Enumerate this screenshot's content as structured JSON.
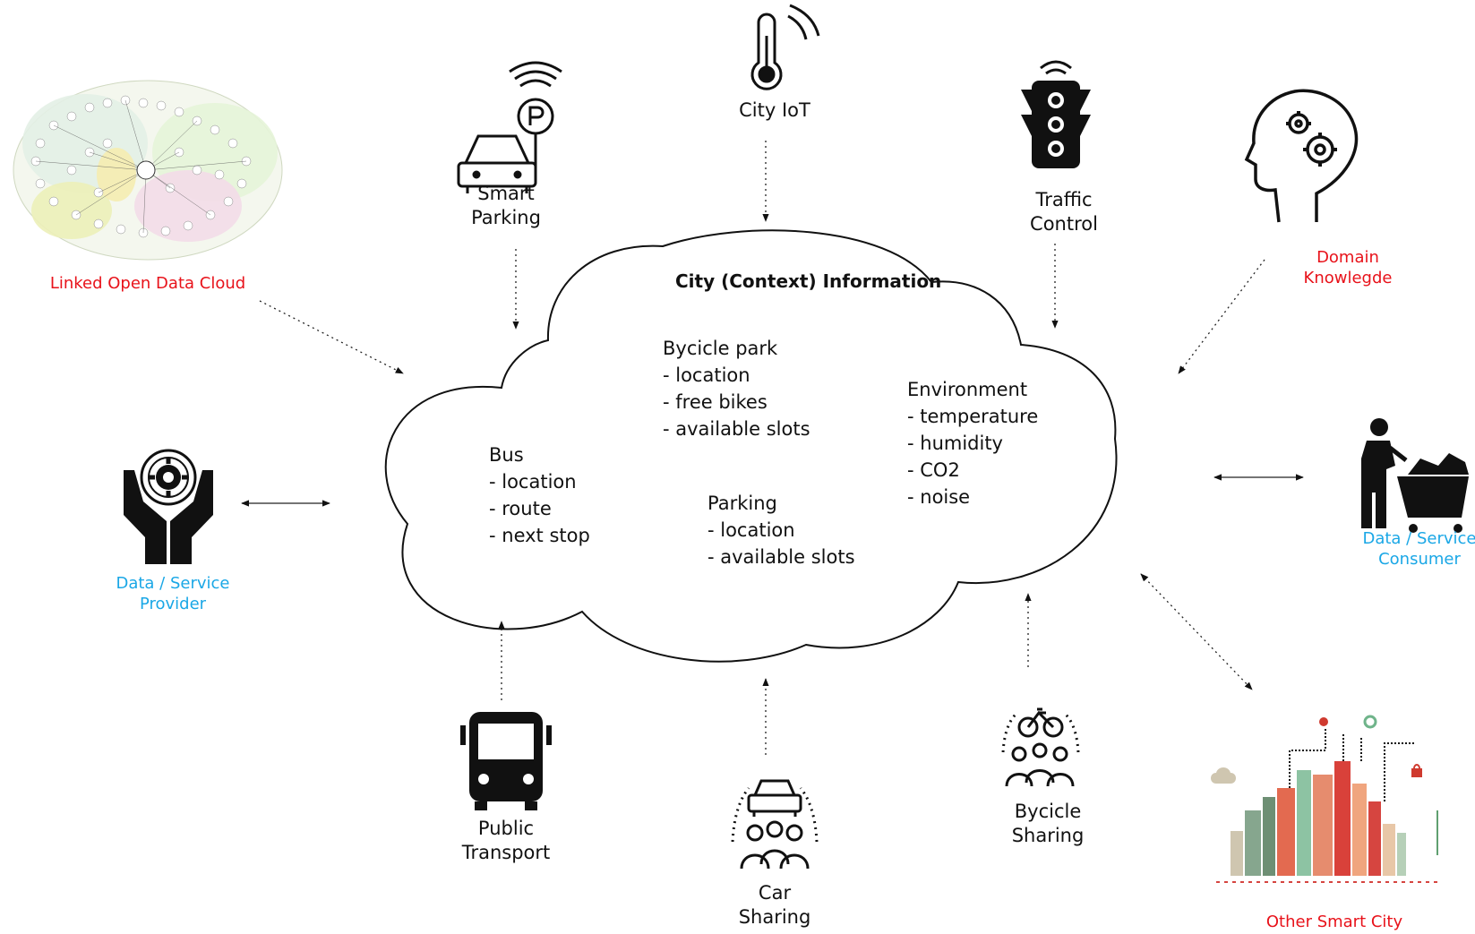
{
  "cloud": {
    "title": "City (Context) Information",
    "bus": [
      "Bus",
      "- location",
      "- route",
      "- next stop"
    ],
    "bicycle_park": [
      "Bycicle park",
      "- location",
      "- free bikes",
      "- available slots"
    ],
    "parking": [
      "Parking",
      "- location",
      "- available slots"
    ],
    "environment": [
      "Environment",
      "- temperature",
      "- humidity",
      "- CO2",
      "- noise"
    ]
  },
  "nodes": {
    "linked_open_data": {
      "label": "Linked Open Data Cloud",
      "color": "#e8121a"
    },
    "smart_parking": {
      "label": "Smart\nParking",
      "color": "#111111"
    },
    "city_iot": {
      "label": "City IoT",
      "color": "#111111"
    },
    "traffic_control": {
      "label": "Traffic\nControl",
      "color": "#111111"
    },
    "domain_knowledge": {
      "label": "Domain\nKnowlegde",
      "color": "#e8121a"
    },
    "data_service_provider": {
      "label": "Data / Service\nProvider",
      "color": "#1aa7e6"
    },
    "data_service_consumer": {
      "label": "Data / Service\nConsumer",
      "color": "#1aa7e6"
    },
    "public_transport": {
      "label": "Public\nTransport",
      "color": "#111111"
    },
    "car_sharing": {
      "label": "Car\nSharing",
      "color": "#111111"
    },
    "bicycle_sharing": {
      "label": "Bycicle\nSharing",
      "color": "#111111"
    },
    "other_smart_city": {
      "label": "Other Smart City",
      "color": "#e8121a"
    }
  }
}
